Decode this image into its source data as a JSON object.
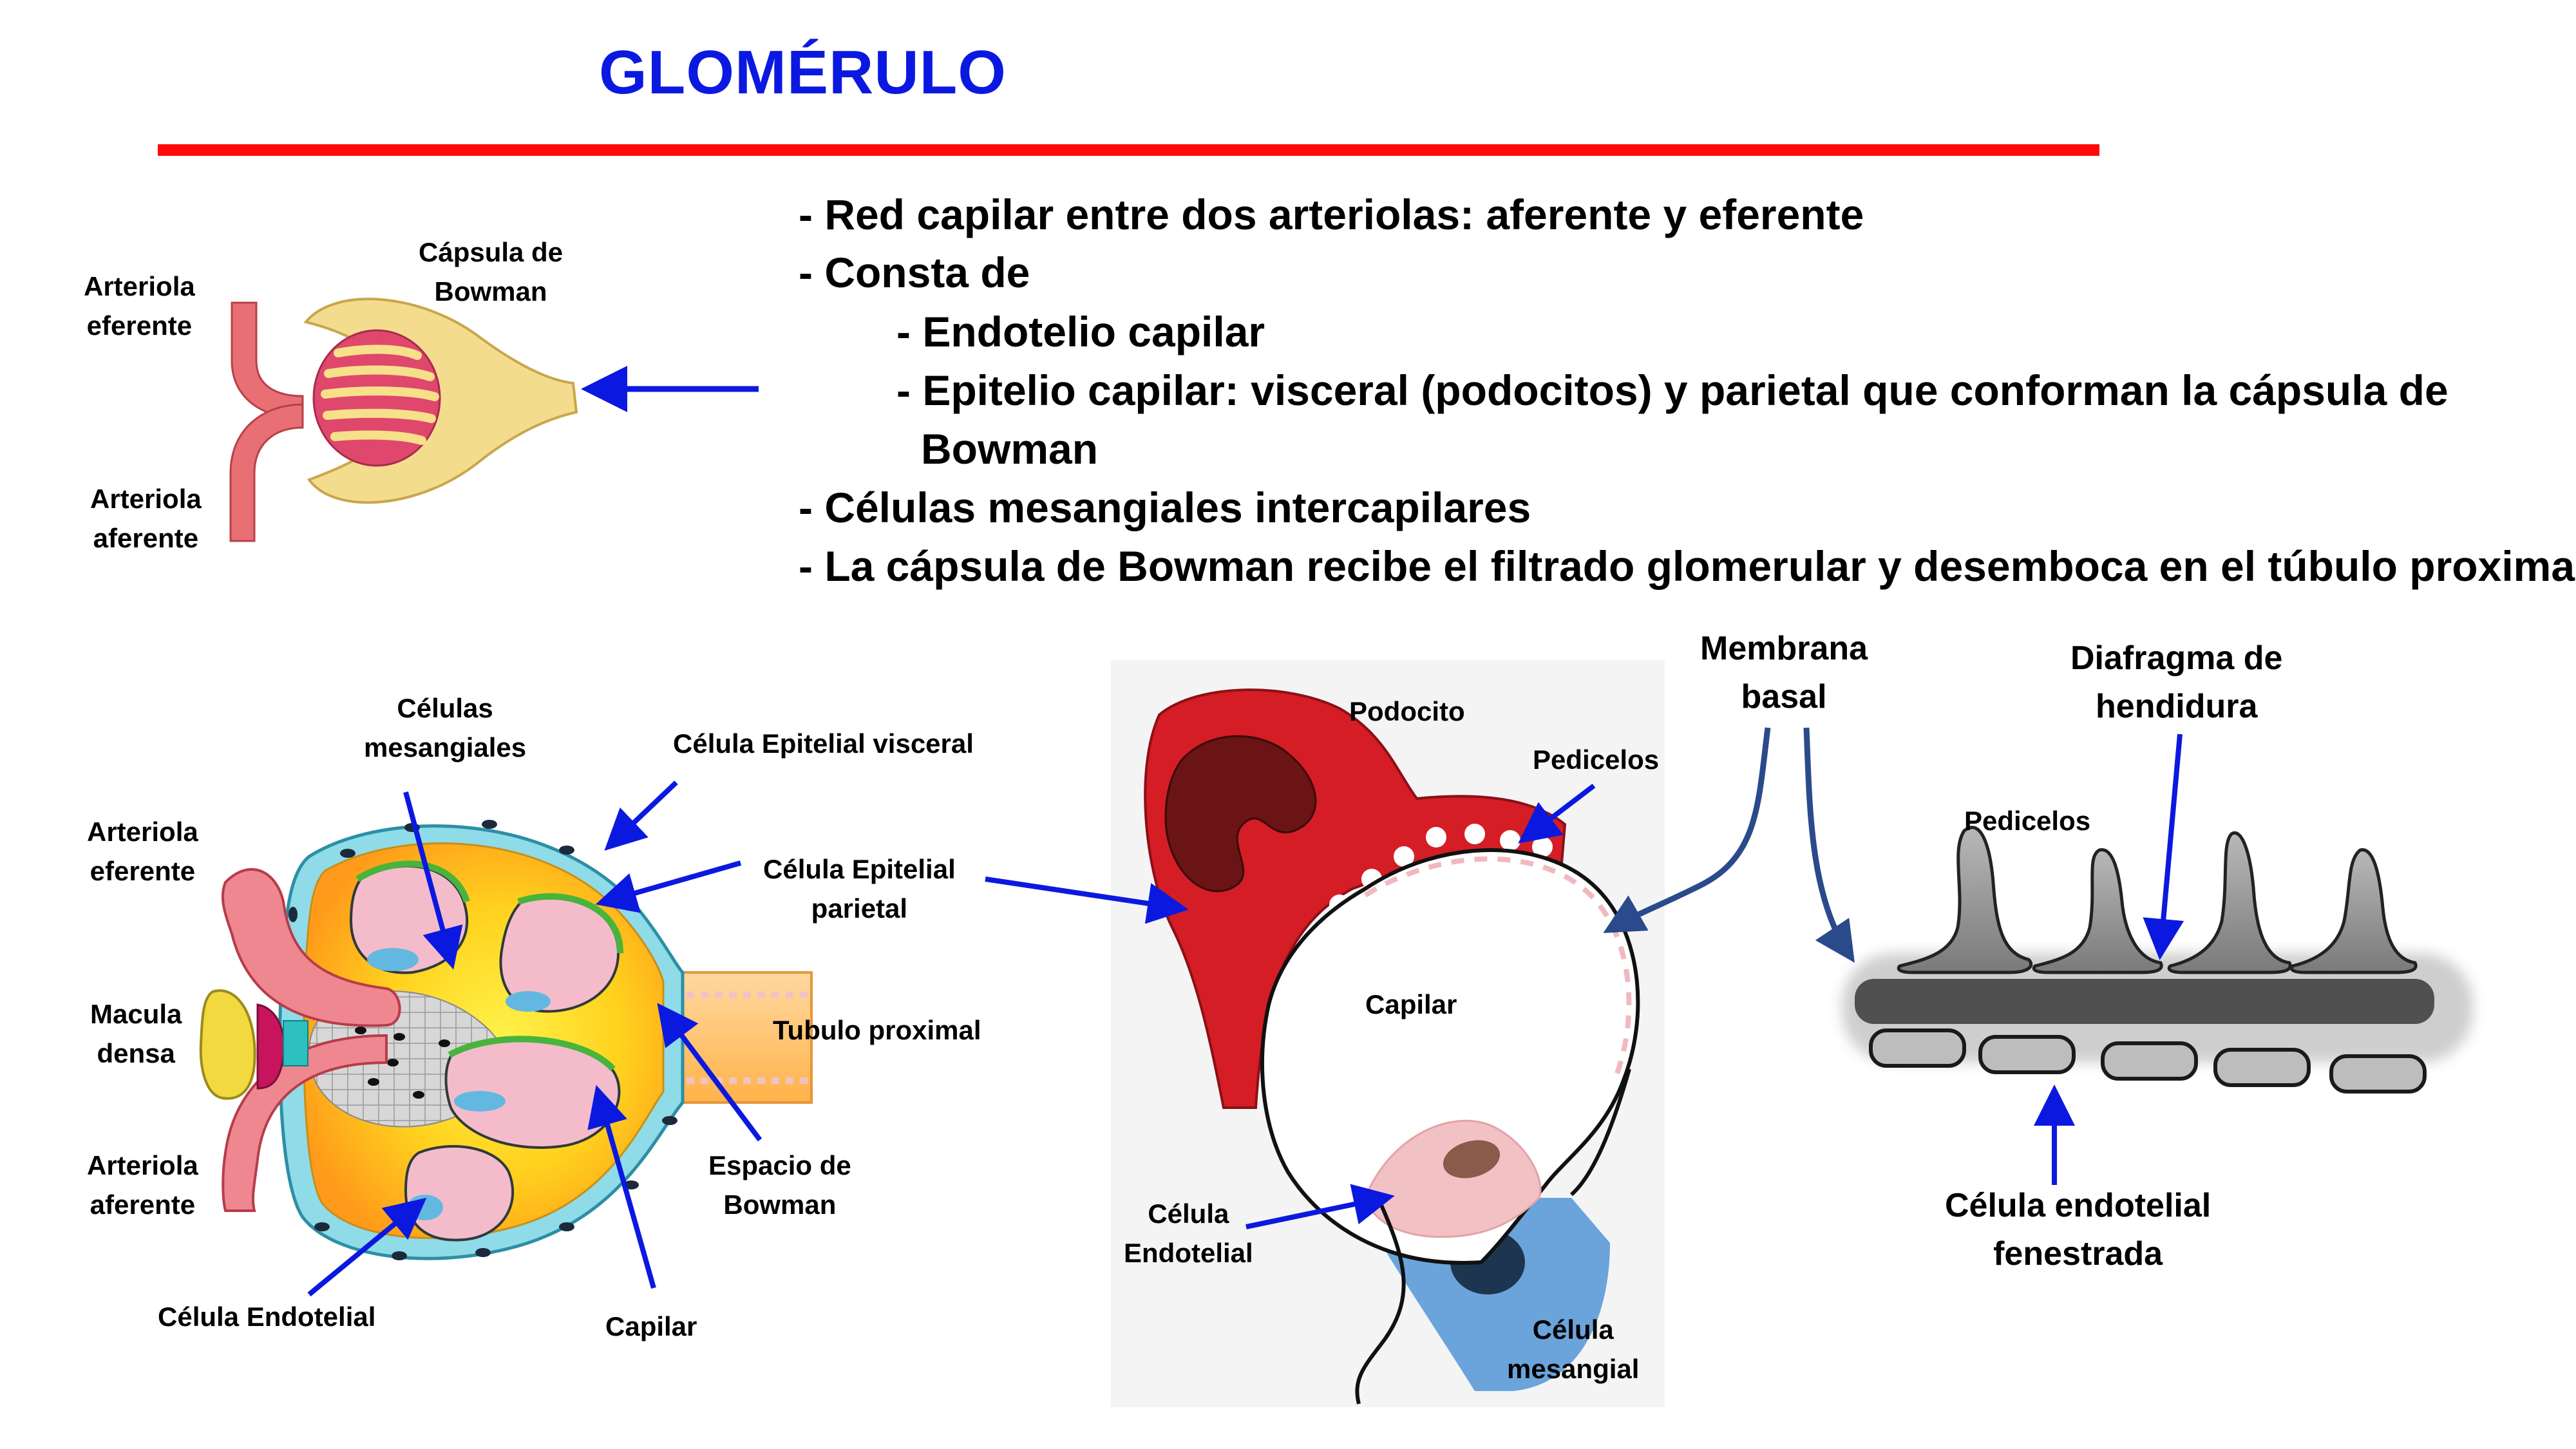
{
  "title": "GLOMÉRULO",
  "bullets": [
    "- Red capilar entre dos arteriolas: aferente y eferente",
    "- Consta de",
    "- Endotelio capilar",
    "- Epitelio capilar: visceral (podocitos) y parietal que conforman la cápsula de",
    "Bowman",
    "- Células mesangiales intercapilares",
    "- La cápsula de Bowman recibe el filtrado glomerular y desemboca en el túbulo proximal"
  ],
  "diagram1": {
    "arteriola_eferente": [
      "Arteriola",
      "eferente"
    ],
    "arteriola_aferente": [
      "Arteriola",
      "aferente"
    ],
    "capsula": [
      "Cápsula de",
      "Bowman"
    ]
  },
  "diagram2": {
    "celulas_mesangiales": [
      "Células",
      "mesangiales"
    ],
    "epitelial_visceral": "Célula Epitelial visceral",
    "epitelial_parietal": [
      "Célula Epitelial",
      "parietal"
    ],
    "arteriola_eferente": [
      "Arteriola",
      "eferente"
    ],
    "macula_densa": [
      "Macula",
      "densa"
    ],
    "tubulo_proximal": "Tubulo proximal",
    "arteriola_aferente": [
      "Arteriola",
      "aferente"
    ],
    "espacio_bowman": [
      "Espacio de",
      "Bowman"
    ],
    "celula_endotelial": "Célula Endotelial",
    "capilar": "Capilar"
  },
  "diagram3": {
    "podocito": "Podocito",
    "pedicelos": "Pedicelos",
    "capilar": "Capilar",
    "celula_endotelial": [
      "Célula",
      "Endotelial"
    ],
    "celula_mesangial": [
      "Célula",
      "mesangial"
    ]
  },
  "diagram4": {
    "membrana_basal": [
      "Membrana",
      "basal"
    ],
    "diafragma": [
      "Diafragma de",
      "hendidura"
    ],
    "pedicelos": "Pedicelos",
    "endotelial_fenestrada": [
      "Célula endotelial",
      "fenestrada"
    ]
  },
  "colors": {
    "title": "#0b19e0",
    "rule": "#ff0a0a",
    "arrow": "#0b19e0",
    "arrow_dark": "#2a4a8c"
  }
}
